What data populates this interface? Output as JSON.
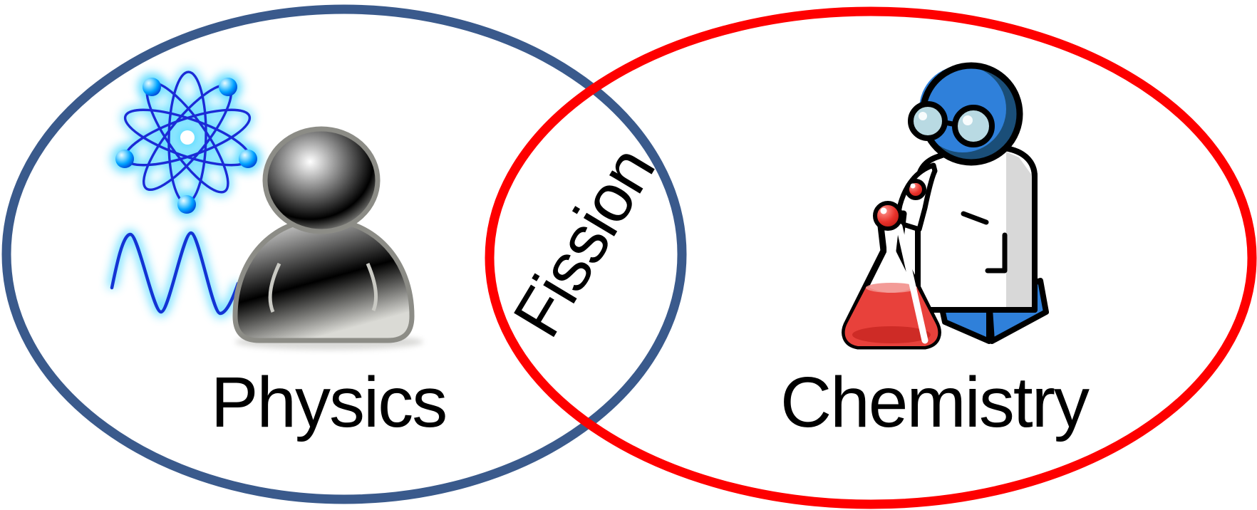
{
  "diagram": {
    "type": "venn",
    "sets": [
      {
        "label": "Physics",
        "border_color": "#3A5A8C",
        "icons": [
          "atom-icon",
          "sine-wave-icon",
          "person-icon"
        ]
      },
      {
        "label": "Chemistry",
        "border_color": "#FE0000",
        "icons": [
          "chemist-icon"
        ]
      }
    ],
    "intersection": {
      "label": "Fission"
    }
  },
  "colors": {
    "label_text": "#000000",
    "physics_border": "#3A5A8C",
    "chemistry_border": "#FE0000",
    "atom_orbit_blue": "#1B2BD6",
    "atom_glow_cyan": "#5FDCFF",
    "person_outline_gray": "#8C8C86",
    "chemist_blue": "#2F80DA",
    "chemist_navy": "#1A4E78",
    "flask_liquid_red": "#E8413B"
  }
}
